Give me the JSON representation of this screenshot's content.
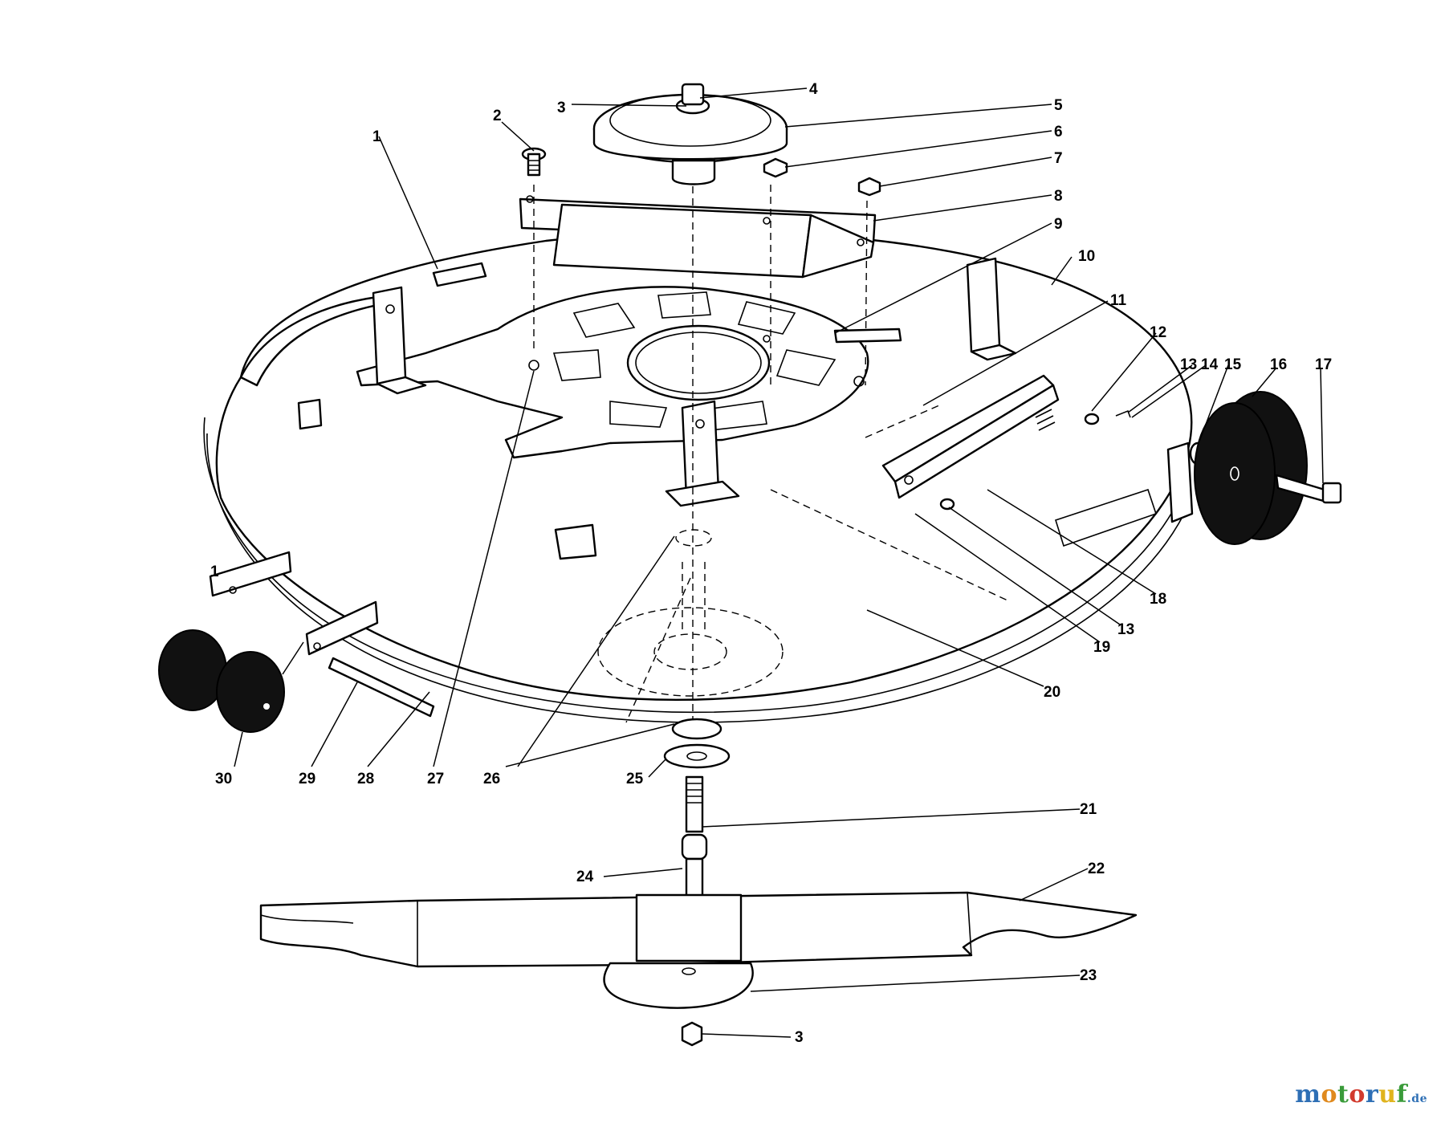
{
  "diagram": {
    "callouts": [
      "1",
      "2",
      "3",
      "4",
      "5",
      "6",
      "7",
      "8",
      "9",
      "10",
      "11",
      "12",
      "13",
      "14",
      "15",
      "16",
      "17",
      "18",
      "13",
      "19",
      "20",
      "21",
      "22",
      "23",
      "3",
      "24",
      "25",
      "26",
      "27",
      "28",
      "29",
      "30",
      "1"
    ]
  },
  "watermark": {
    "letters": [
      {
        "ch": "m",
        "color": "#2e6fb5"
      },
      {
        "ch": "o",
        "color": "#e08a1e"
      },
      {
        "ch": "t",
        "color": "#3a9b3a"
      },
      {
        "ch": "o",
        "color": "#d23b2e"
      },
      {
        "ch": "r",
        "color": "#2e6fb5"
      },
      {
        "ch": "u",
        "color": "#e0b41e"
      },
      {
        "ch": "f",
        "color": "#3a9b3a"
      }
    ],
    "tld": ".de"
  }
}
